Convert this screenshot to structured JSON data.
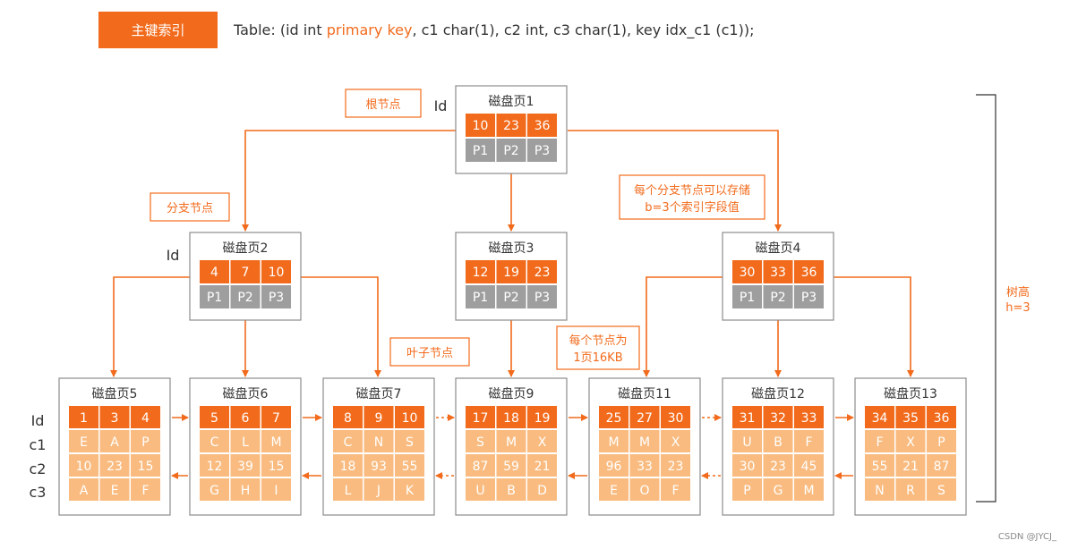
{
  "header": {
    "badge": "主键索引",
    "table_prefix": "Table: (id int ",
    "table_pk": "primary key",
    "table_suffix": ", c1 char(1), c2 int, c3 char(1), key idx_c1 (c1));"
  },
  "labels": {
    "root": "根节点",
    "branch": "分支节点",
    "leaf": "叶子节点",
    "branch_note": [
      "每个分支节点可以存储",
      "b=3个索引字段值"
    ],
    "page_note": [
      "每个节点为",
      "1页16KB"
    ],
    "height": [
      "树高",
      "h=3"
    ],
    "id": "Id",
    "row_names": [
      "Id",
      "c1",
      "c2",
      "c3"
    ],
    "watermark": "CSDN @JYCJ_"
  },
  "colors": {
    "orange": "#f26b1c",
    "light_orange": "#f9bb7f",
    "gray": "#9e9e9e",
    "border": "#8c8c8c",
    "text_orange": "#f26b1c",
    "white": "#ffffff"
  },
  "root": {
    "title": "磁盘页1",
    "keys": [
      "10",
      "23",
      "36"
    ],
    "ptrs": [
      "P1",
      "P2",
      "P3"
    ]
  },
  "branches": [
    {
      "title": "磁盘页2",
      "keys": [
        "4",
        "7",
        "10"
      ],
      "ptrs": [
        "P1",
        "P2",
        "P3"
      ]
    },
    {
      "title": "磁盘页3",
      "keys": [
        "12",
        "19",
        "23"
      ],
      "ptrs": [
        "P1",
        "P2",
        "P3"
      ]
    },
    {
      "title": "磁盘页4",
      "keys": [
        "30",
        "33",
        "36"
      ],
      "ptrs": [
        "P1",
        "P2",
        "P3"
      ]
    }
  ],
  "leaves": [
    {
      "title": "磁盘页5",
      "rows": [
        [
          "1",
          "3",
          "4"
        ],
        [
          "E",
          "A",
          "P"
        ],
        [
          "10",
          "23",
          "15"
        ],
        [
          "A",
          "E",
          "F"
        ]
      ]
    },
    {
      "title": "磁盘页6",
      "rows": [
        [
          "5",
          "6",
          "7"
        ],
        [
          "C",
          "L",
          "M"
        ],
        [
          "12",
          "39",
          "15"
        ],
        [
          "G",
          "H",
          "I"
        ]
      ]
    },
    {
      "title": "磁盘页7",
      "rows": [
        [
          "8",
          "9",
          "10"
        ],
        [
          "C",
          "N",
          "S"
        ],
        [
          "18",
          "93",
          "55"
        ],
        [
          "L",
          "J",
          "K"
        ]
      ]
    },
    {
      "title": "磁盘页9",
      "rows": [
        [
          "17",
          "18",
          "19"
        ],
        [
          "S",
          "M",
          "X"
        ],
        [
          "87",
          "59",
          "21"
        ],
        [
          "U",
          "B",
          "D"
        ]
      ]
    },
    {
      "title": "磁盘页11",
      "rows": [
        [
          "25",
          "27",
          "30"
        ],
        [
          "M",
          "M",
          "X"
        ],
        [
          "96",
          "33",
          "23"
        ],
        [
          "E",
          "O",
          "F"
        ]
      ]
    },
    {
      "title": "磁盘页12",
      "rows": [
        [
          "31",
          "32",
          "33"
        ],
        [
          "U",
          "B",
          "F"
        ],
        [
          "30",
          "23",
          "45"
        ],
        [
          "P",
          "G",
          "M"
        ]
      ]
    },
    {
      "title": "磁盘页13",
      "rows": [
        [
          "34",
          "35",
          "36"
        ],
        [
          "F",
          "X",
          "P"
        ],
        [
          "55",
          "21",
          "87"
        ],
        [
          "N",
          "R",
          "S"
        ]
      ]
    }
  ]
}
